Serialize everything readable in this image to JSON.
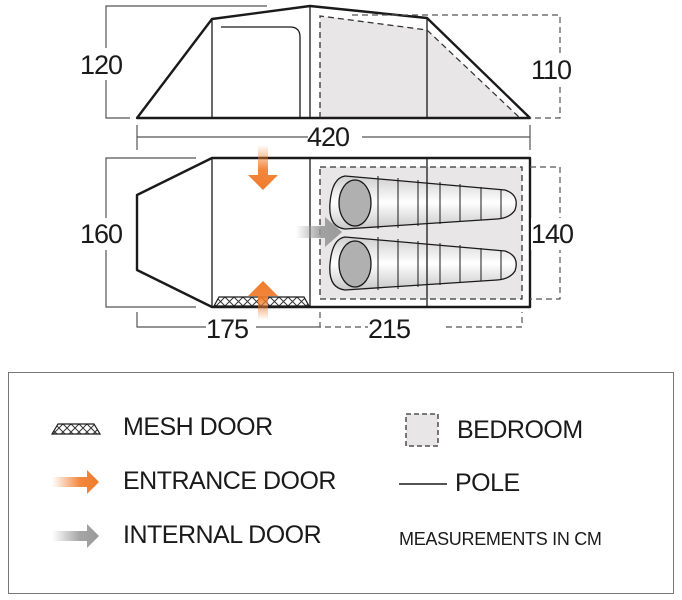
{
  "diagram": {
    "type": "tent floor plan",
    "side_view": {
      "height_label": "120",
      "bedroom_height_label": "110",
      "length_label": "420"
    },
    "floor_plan": {
      "width_label": "160",
      "bedroom_width_label": "140",
      "porch_length_label": "175",
      "bedroom_length_label": "215",
      "sleeping_bags": 2
    },
    "colors": {
      "outline": "#1a1a1a",
      "bedroom_fill": "#e8e6e6",
      "entrance_arrow": "#f07a2a",
      "internal_arrow": "#9a9a9a",
      "dimension_line": "#555555"
    }
  },
  "legend": {
    "items": [
      {
        "icon": "mesh-door-icon",
        "label": "MESH DOOR"
      },
      {
        "icon": "entrance-arrow-icon",
        "label": "ENTRANCE DOOR"
      },
      {
        "icon": "internal-arrow-icon",
        "label": "INTERNAL DOOR"
      },
      {
        "icon": "bedroom-icon",
        "label": "BEDROOM"
      },
      {
        "icon": "pole-icon",
        "label": "POLE"
      }
    ],
    "note": "MEASUREMENTS IN CM"
  }
}
